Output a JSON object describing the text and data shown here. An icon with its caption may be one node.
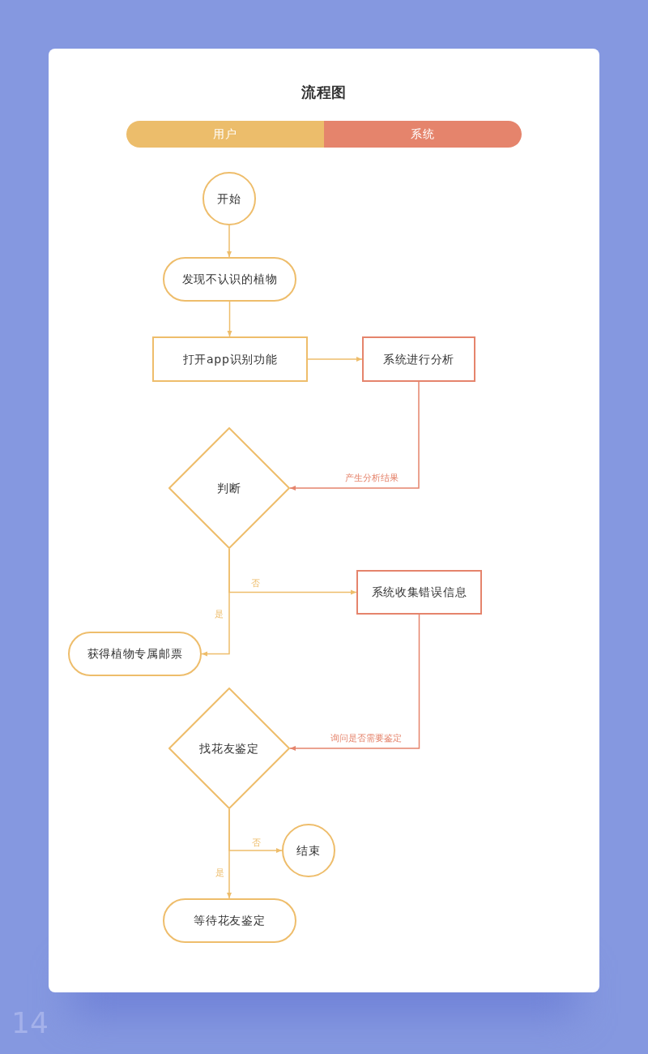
{
  "diagram": {
    "title": "流程图",
    "nodes": [
      {
        "text": [
          "用户"
        ]
      },
      {
        "text": [
          "系统"
        ]
      },
      {
        "text": [
          "开始"
        ]
      },
      {
        "text": [
          "发现不认识的植物"
        ]
      },
      {
        "text": [
          "打开app识别功能"
        ]
      },
      {
        "text": [
          "系统进行分析"
        ]
      },
      {
        "text": [
          "判断"
        ]
      },
      {
        "text": [
          "系统收集错误信息"
        ]
      },
      {
        "text": [
          "获得植物专属邮票"
        ]
      },
      {
        "text": [
          "找花友鉴定"
        ]
      },
      {
        "text": [
          "结束"
        ]
      },
      {
        "text": [
          "等待花友鉴定"
        ]
      }
    ],
    "edges": [
      {
        "from": 2,
        "to": 3,
        "arrow": "to"
      },
      {
        "from": 3,
        "to": 4,
        "arrow": "to"
      },
      {
        "from": 4,
        "to": 5,
        "arrow": "to"
      },
      {
        "from": 5,
        "to": 6,
        "arrow": "to",
        "label": "产生分析结果",
        "color": "#e5846c"
      },
      {
        "from": 6,
        "to": 7,
        "arrow": "to",
        "label": "否"
      },
      {
        "from": 6,
        "to": 8,
        "arrow": "to",
        "label": "是"
      },
      {
        "from": 7,
        "to": 9,
        "arrow": "to",
        "label": "询问是否需要鉴定",
        "color": "#e5846c"
      },
      {
        "from": 9,
        "to": 10,
        "arrow": "to",
        "label": "否"
      },
      {
        "from": 9,
        "to": 11,
        "arrow": "to",
        "label": "是"
      }
    ],
    "labels": [
      "14"
    ]
  }
}
